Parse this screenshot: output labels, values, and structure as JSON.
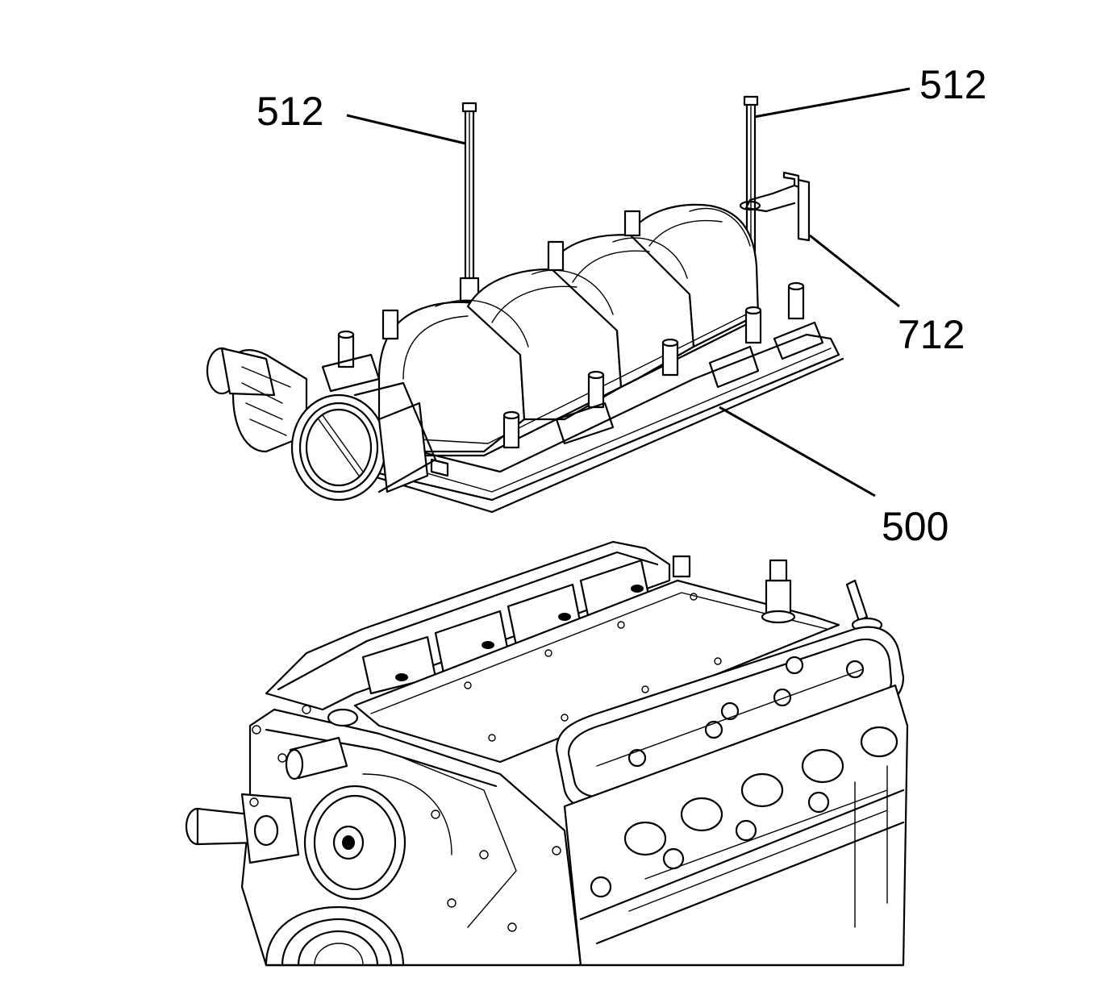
{
  "callouts": {
    "bolt_left": "512",
    "bolt_right": "512",
    "bracket": "712",
    "manifold": "500"
  }
}
